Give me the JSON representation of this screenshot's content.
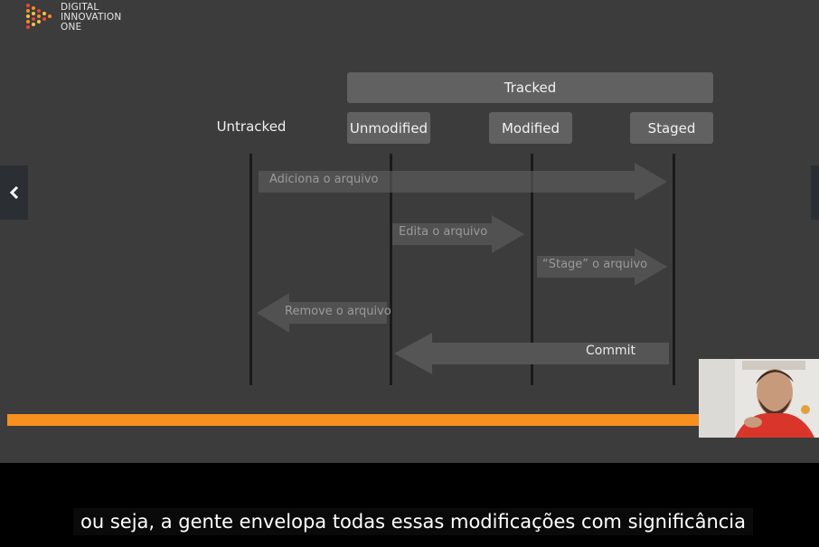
{
  "logo": {
    "line1": "DIGITAL",
    "line2": "INNOVATION",
    "line3": "ONE"
  },
  "diagram": {
    "group_label": "Tracked",
    "states": {
      "untracked": "Untracked",
      "unmodified": "Unmodified",
      "modified": "Modified",
      "staged": "Staged"
    },
    "actions": {
      "add": "Adiciona o arquivo",
      "edit": "Edita o arquivo",
      "stage": "“Stage” o arquivo",
      "remove": "Remove o arquivo",
      "commit": "Commit"
    }
  },
  "navigation": {
    "prev_icon": "chevron-left-icon",
    "next_icon": "chevron-right-icon"
  },
  "colors": {
    "slide_bg": "#3c3c3c",
    "box_bg": "#616161",
    "progress": "#f7901e",
    "logo_orange": "#f7901e",
    "logo_red": "#e8453c",
    "logo_yellow": "#f6c342"
  },
  "video": {
    "progress_fraction": 1.0
  },
  "subtitle": {
    "text": "ou seja, a gente envelopa todas essas modificações com significância"
  }
}
